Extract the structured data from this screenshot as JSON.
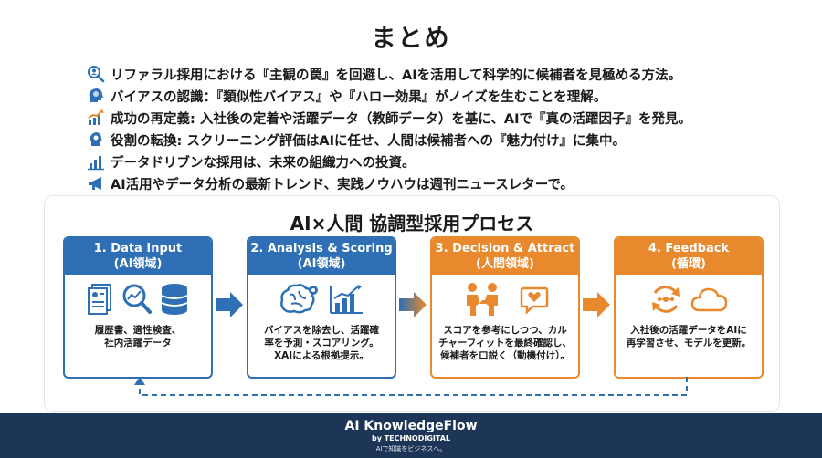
{
  "title": "まとめ",
  "bullets": [
    {
      "icon": "magnifier-person-icon",
      "text": "リファラル採用における『主観の罠』を回避し、AIを活用して科学的に候補者を見極める方法。"
    },
    {
      "icon": "brain-head-icon",
      "text": "バイアスの認識：『類似性バイアス』や『ハロー効果』がノイズを生むことを理解。"
    },
    {
      "icon": "growth-chart-icon",
      "text": "成功の再定義: 入社後の定着や活躍データ（教師データ）を基に、AIで『真の活躍因子』を発見。"
    },
    {
      "icon": "role-switch-icon",
      "text": "役割の転換: スクリーニング評価はAIに任せ、人間は候補者への『魅力付け』に集中。"
    },
    {
      "icon": "bar-chart-icon",
      "text": "データドリブンな採用は、未来の組織力への投資。"
    },
    {
      "icon": "megaphone-icon",
      "text": "AI活用やデータ分析の最新トレンド、実践ノウハウは週刊ニュースレターで。"
    }
  ],
  "process": {
    "title": "AI×人間 協調型採用プロセス",
    "steps": [
      {
        "title": "1. Data Input",
        "sub": "(AI領域)",
        "text": "履歴書、適性検査、\n社内活躍データ",
        "color": "#2e6fb5"
      },
      {
        "title": "2. Analysis & Scoring",
        "sub": "(AI領域)",
        "text": "バイアスを除去し、活躍確\n率を予測・スコアリング。\nXAIによる根拠提示。",
        "color": "#2e6fb5"
      },
      {
        "title": "3. Decision & Attract",
        "sub": "(人間領域)",
        "text": "スコアを参考にしつつ、カル\nチャーフィットを最終確認し、\n候補者を口説く（動機付け）。",
        "color": "#e9892d"
      },
      {
        "title": "4. Feedback",
        "sub": "(循環)",
        "text": "入社後の活躍データをAIに\n再学習させ、モデルを更新。",
        "color": "#e9892d"
      }
    ]
  },
  "footer": {
    "brand": "AI KnowledgeFlow",
    "by": "by TECHNODIGITAL",
    "tagline": "AIで知識をビジネスへ。"
  }
}
